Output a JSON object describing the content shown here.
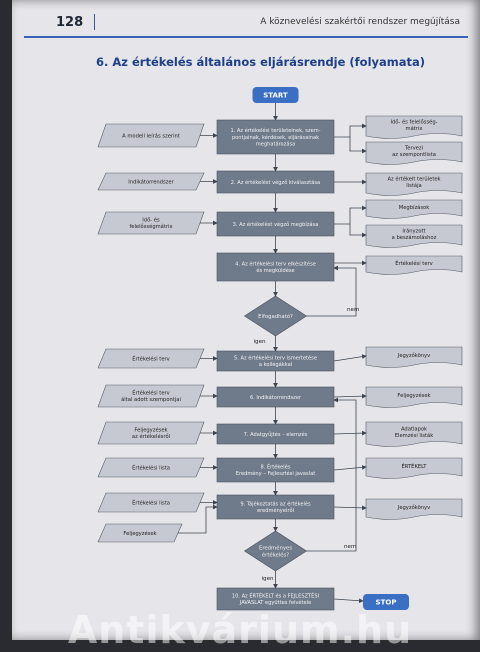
{
  "header": {
    "page_number": "128",
    "title": "A köznevelési szakértői rendszer megújítása"
  },
  "section_title": "6. Az értékelés általános eljárásrendje (folyamata)",
  "watermark": "Antikvárium.hu",
  "colors": {
    "terminator": "#3a6fc4",
    "process": "#6f7a8a",
    "document": "#c6c9d1",
    "line": "#3f4550"
  },
  "diagram": {
    "start": "START",
    "stop": "STOP",
    "steps": [
      {
        "lines": [
          "1. Az értékelési területeinek, szem-",
          "pontjainak, kérdések, eljárásainak",
          "meghatározása"
        ]
      },
      {
        "lines": [
          "2. Az értékelést végző kiválasztása"
        ]
      },
      {
        "lines": [
          "3. Az értékelést végző megbízása"
        ]
      },
      {
        "lines": [
          "4. Az értékelési terv elkészítése",
          "és megküldése"
        ]
      },
      {
        "lines": [
          "5. Az értékelési terv ismertetése",
          "a kollégákkal"
        ]
      },
      {
        "lines": [
          "6. Indikátorrendszer"
        ]
      },
      {
        "lines": [
          "7. Adatgyűjtés – elemzés"
        ]
      },
      {
        "lines": [
          "8. Értékelés",
          "Eredmény – Fejlesztési javaslat"
        ]
      },
      {
        "lines": [
          "9. Tájékoztatás az értékelés",
          "eredményeiről"
        ]
      },
      {
        "lines": [
          "10. Az ÉRTÉKELT és a FEJLESZTÉSI",
          "JAVASLAT együttes felvétele"
        ]
      }
    ],
    "decisions": [
      {
        "lines": [
          "Elfogadható?"
        ]
      },
      {
        "lines": [
          "Eredményes",
          "értékelés?"
        ]
      }
    ],
    "inputs": [
      {
        "lines": [
          "A modell leírás szerint"
        ]
      },
      {
        "lines": [
          "Indikátorrendszer"
        ]
      },
      {
        "lines": [
          "Idő- és",
          "felelősségmátrix"
        ]
      },
      {
        "lines": [
          "Értékelési terv"
        ]
      },
      {
        "lines": [
          "Értékelési terv",
          "által adott szempontjai"
        ]
      },
      {
        "lines": [
          "Feljegyzések",
          "az értékelésről"
        ]
      },
      {
        "lines": [
          "Értékelési lista"
        ]
      },
      {
        "lines": [
          "Értékelési lista"
        ]
      },
      {
        "lines": [
          "Feljegyzések"
        ]
      }
    ],
    "outputs": [
      {
        "lines": [
          "Idő- és felelősség-",
          "mátrix"
        ]
      },
      {
        "lines": [
          "Tervezi",
          "az szempontlista"
        ]
      },
      {
        "lines": [
          "Az értékelt területek",
          "listája"
        ]
      },
      {
        "lines": [
          "Megbízások"
        ]
      },
      {
        "lines": [
          "Irányzott",
          "a beszámoláshoz"
        ]
      },
      {
        "lines": [
          "Értékelési terv"
        ]
      },
      {
        "lines": [
          "Jegyzőkönyv"
        ]
      },
      {
        "lines": [
          "Feljegyzések"
        ]
      },
      {
        "lines": [
          "Adatlapok",
          "Elemzési listák"
        ]
      },
      {
        "lines": [
          "ÉRTÉKELT"
        ]
      },
      {
        "lines": [
          "Jegyzőkönyv"
        ]
      }
    ],
    "labels": {
      "yes": "igen",
      "no": "nem"
    }
  }
}
